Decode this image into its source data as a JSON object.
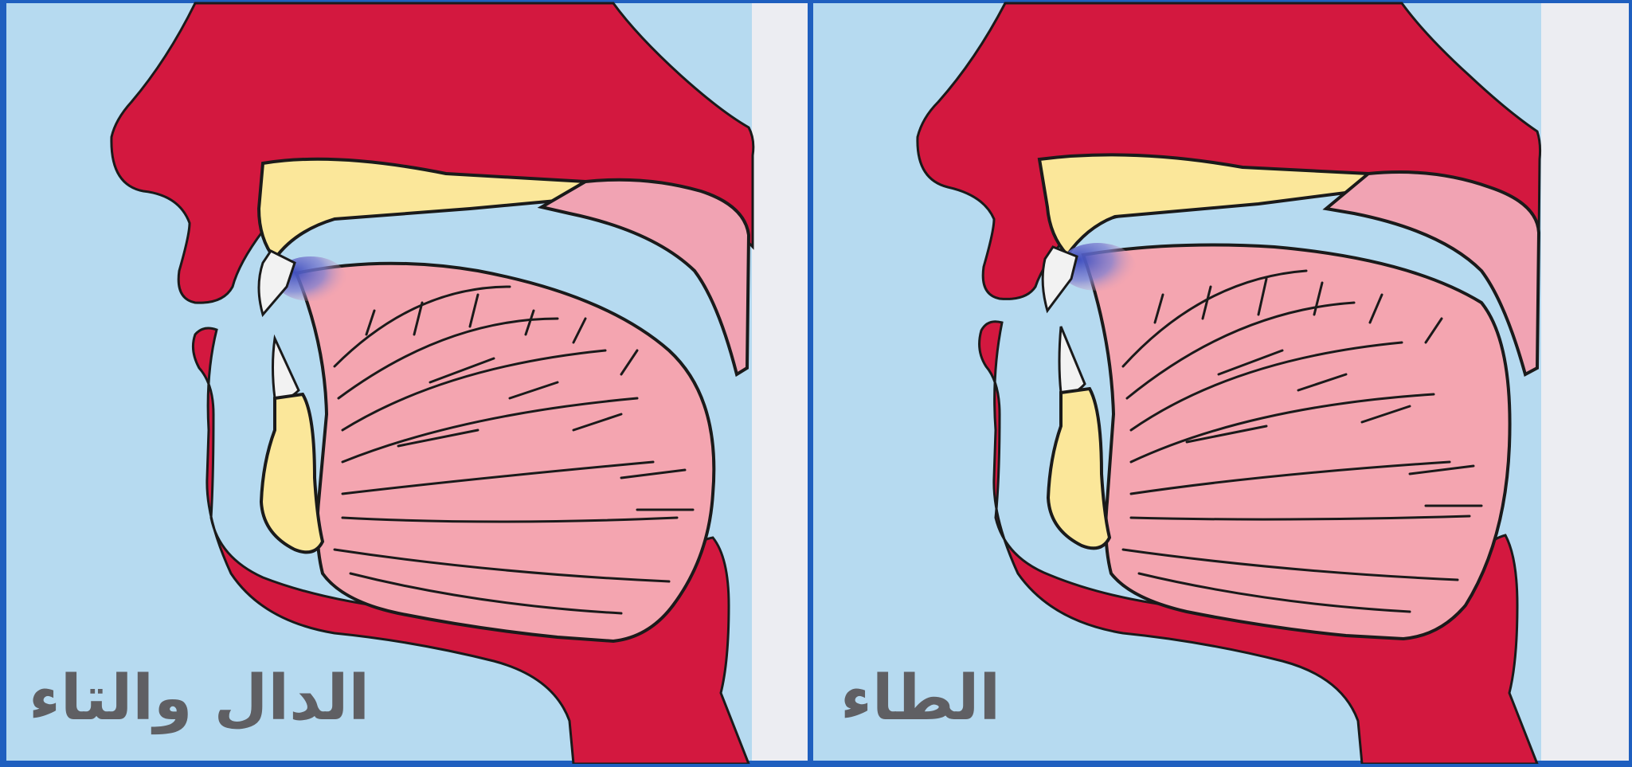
{
  "panels": [
    {
      "label": "الدال والتاء",
      "articulation": "tongue tip pressed at upper teeth / gum ridge"
    },
    {
      "label": "الطاء",
      "articulation": "tongue tip pressed at gum ridge with raised back of tongue"
    }
  ],
  "colors": {
    "background": "#b6daf0",
    "frame": "#1f5fbf",
    "face": "#d3183f",
    "palate": "#fbe79a",
    "tongue": "#f4a5b0",
    "soft_palate": "#f1a3b3",
    "articulation_point": "#4f5fc4",
    "teeth": "#f2f2f2",
    "back_gap": "#ecedf2",
    "outline": "#1a1a1a"
  },
  "icons": [
    "tooth-icon",
    "articulation-point-icon"
  ]
}
